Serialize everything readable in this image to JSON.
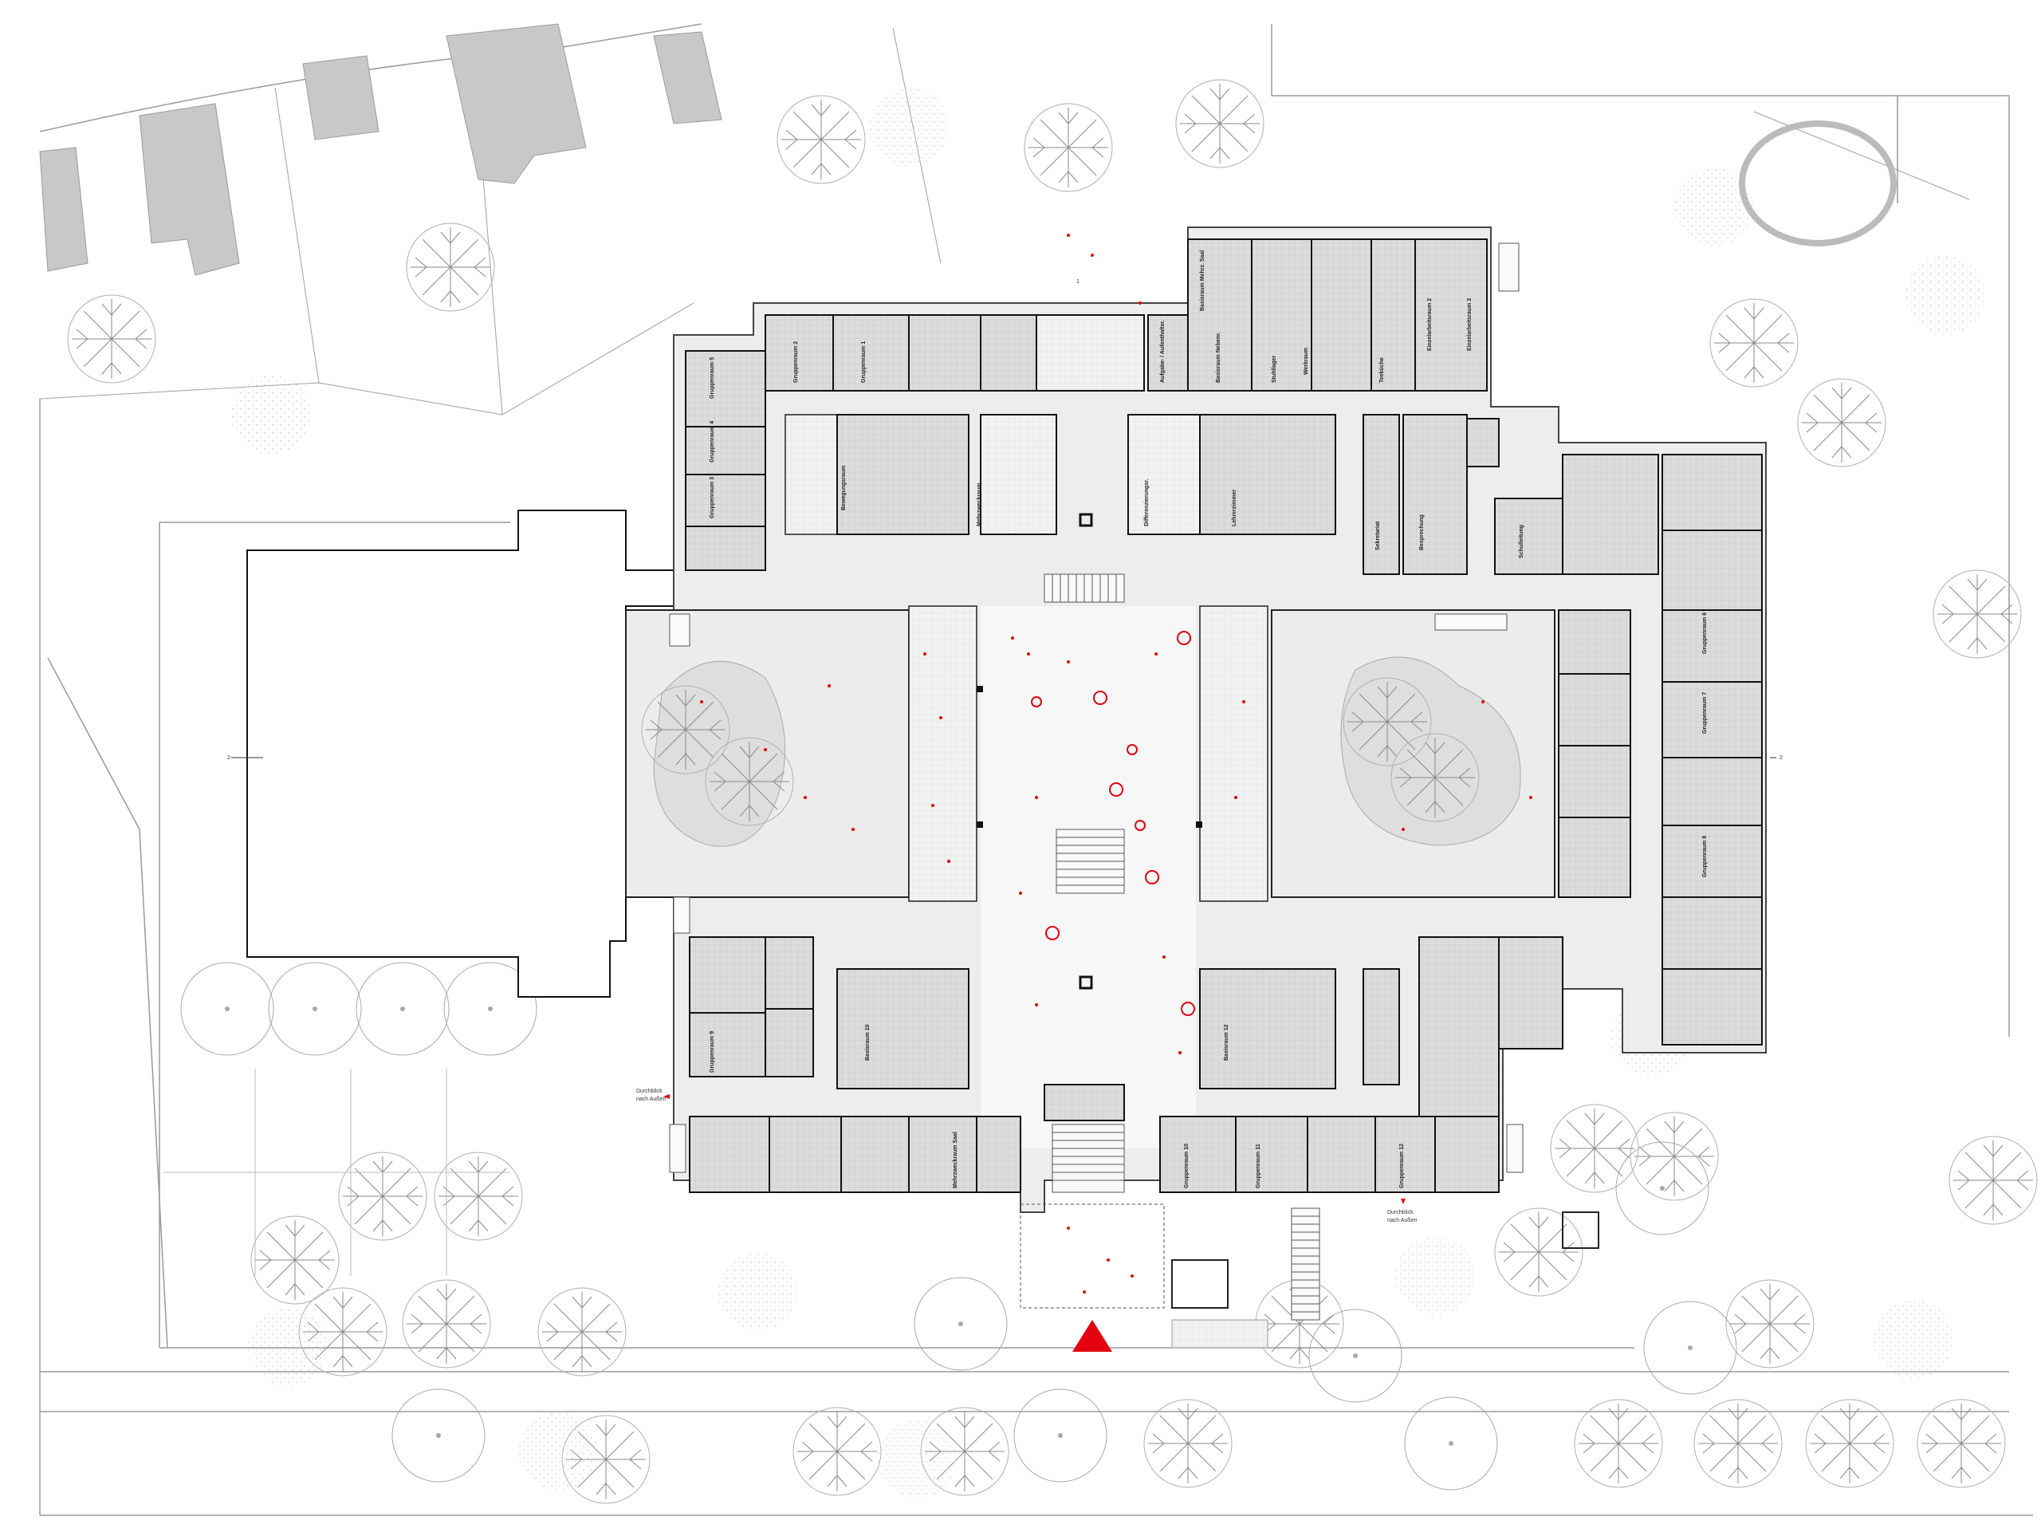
{
  "colors": {
    "background": "#ffffff",
    "wall": "#1a1a1a",
    "room_fill": "#d9d9d9",
    "room_grid": "#c4c4c4",
    "courtyard": "#ececec",
    "neighbor_building": "#c8c8c8",
    "tree_line": "#9a9a9a",
    "accent_red": "#e3000f",
    "outline": "#555555"
  },
  "annotations": {
    "section_mark_left": "2",
    "section_mark_right": "2",
    "section_mark_top": "1",
    "view_note_left_1": "Durchblick",
    "view_note_left_2": "nach Außen",
    "view_note_bottom_1": "Durchblick",
    "view_note_bottom_2": "nach Außen"
  },
  "rooms": [
    {
      "label": "Gruppenraum 5"
    },
    {
      "label": "Gruppenraum 4"
    },
    {
      "label": "Gruppenraum 3"
    },
    {
      "label": "Gruppenraum 2"
    },
    {
      "label": "Gruppenraum 1"
    },
    {
      "label": "Aufgabe- / Aufenthaltsr."
    },
    {
      "label": "Mehrzweckraum"
    },
    {
      "label": "Basisraum Mehrz. Saal"
    },
    {
      "label": "Bewegungsraum"
    },
    {
      "label": "Differenzierungsr."
    },
    {
      "label": "Einzelarbeitsraum 3"
    },
    {
      "label": "Einzelarbeitsraum 2"
    },
    {
      "label": "Basisraum Nebenr."
    },
    {
      "label": "Werkraum"
    },
    {
      "label": "Teeküche"
    },
    {
      "label": "Stuhllager"
    },
    {
      "label": "Lehrerzimmer"
    },
    {
      "label": "Sekretariat"
    },
    {
      "label": "Besprechung"
    },
    {
      "label": "Schulleitung"
    },
    {
      "label": "Gruppenraum 6"
    },
    {
      "label": "Gruppenraum 7"
    },
    {
      "label": "Gruppenraum 8"
    },
    {
      "label": "Basisraum 12"
    },
    {
      "label": "Gruppenraum 9"
    },
    {
      "label": "Mehrzweckraum Saal"
    },
    {
      "label": "Basisraum 10"
    },
    {
      "label": "Gruppenraum 10"
    },
    {
      "label": "Gruppenraum 11"
    },
    {
      "label": "Gruppenraum 12"
    }
  ]
}
